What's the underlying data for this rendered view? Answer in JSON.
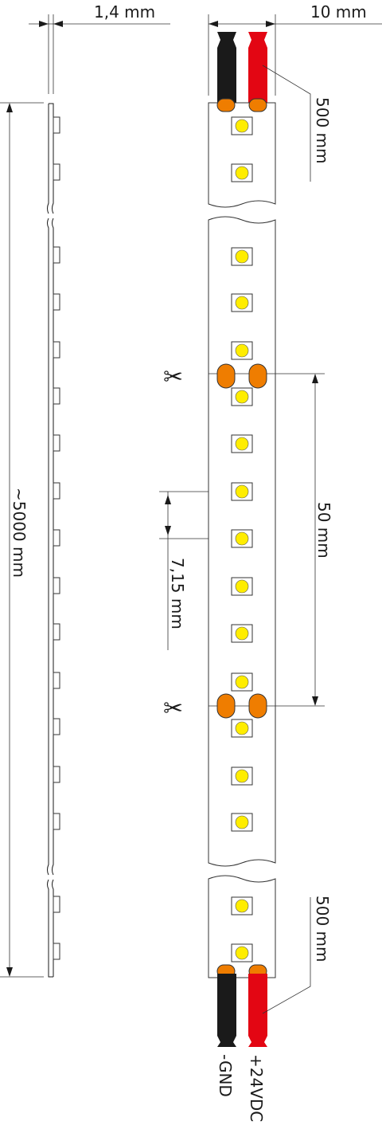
{
  "dimensions": {
    "thickness": "1,4 mm",
    "width": "10 mm",
    "lead_top": "500 mm",
    "lead_bottom": "500 mm",
    "length": "~5000 mm",
    "cut_pitch": "50 mm",
    "led_pitch": "7,15 mm"
  },
  "wire_labels": {
    "negative": "-GND",
    "positive": "+24VDC"
  },
  "cut_marker": "✂",
  "colors": {
    "pad": "#ef7d00",
    "led": "#ffed00",
    "wire_negative": "#1a1a1a",
    "wire_positive": "#e30613"
  }
}
